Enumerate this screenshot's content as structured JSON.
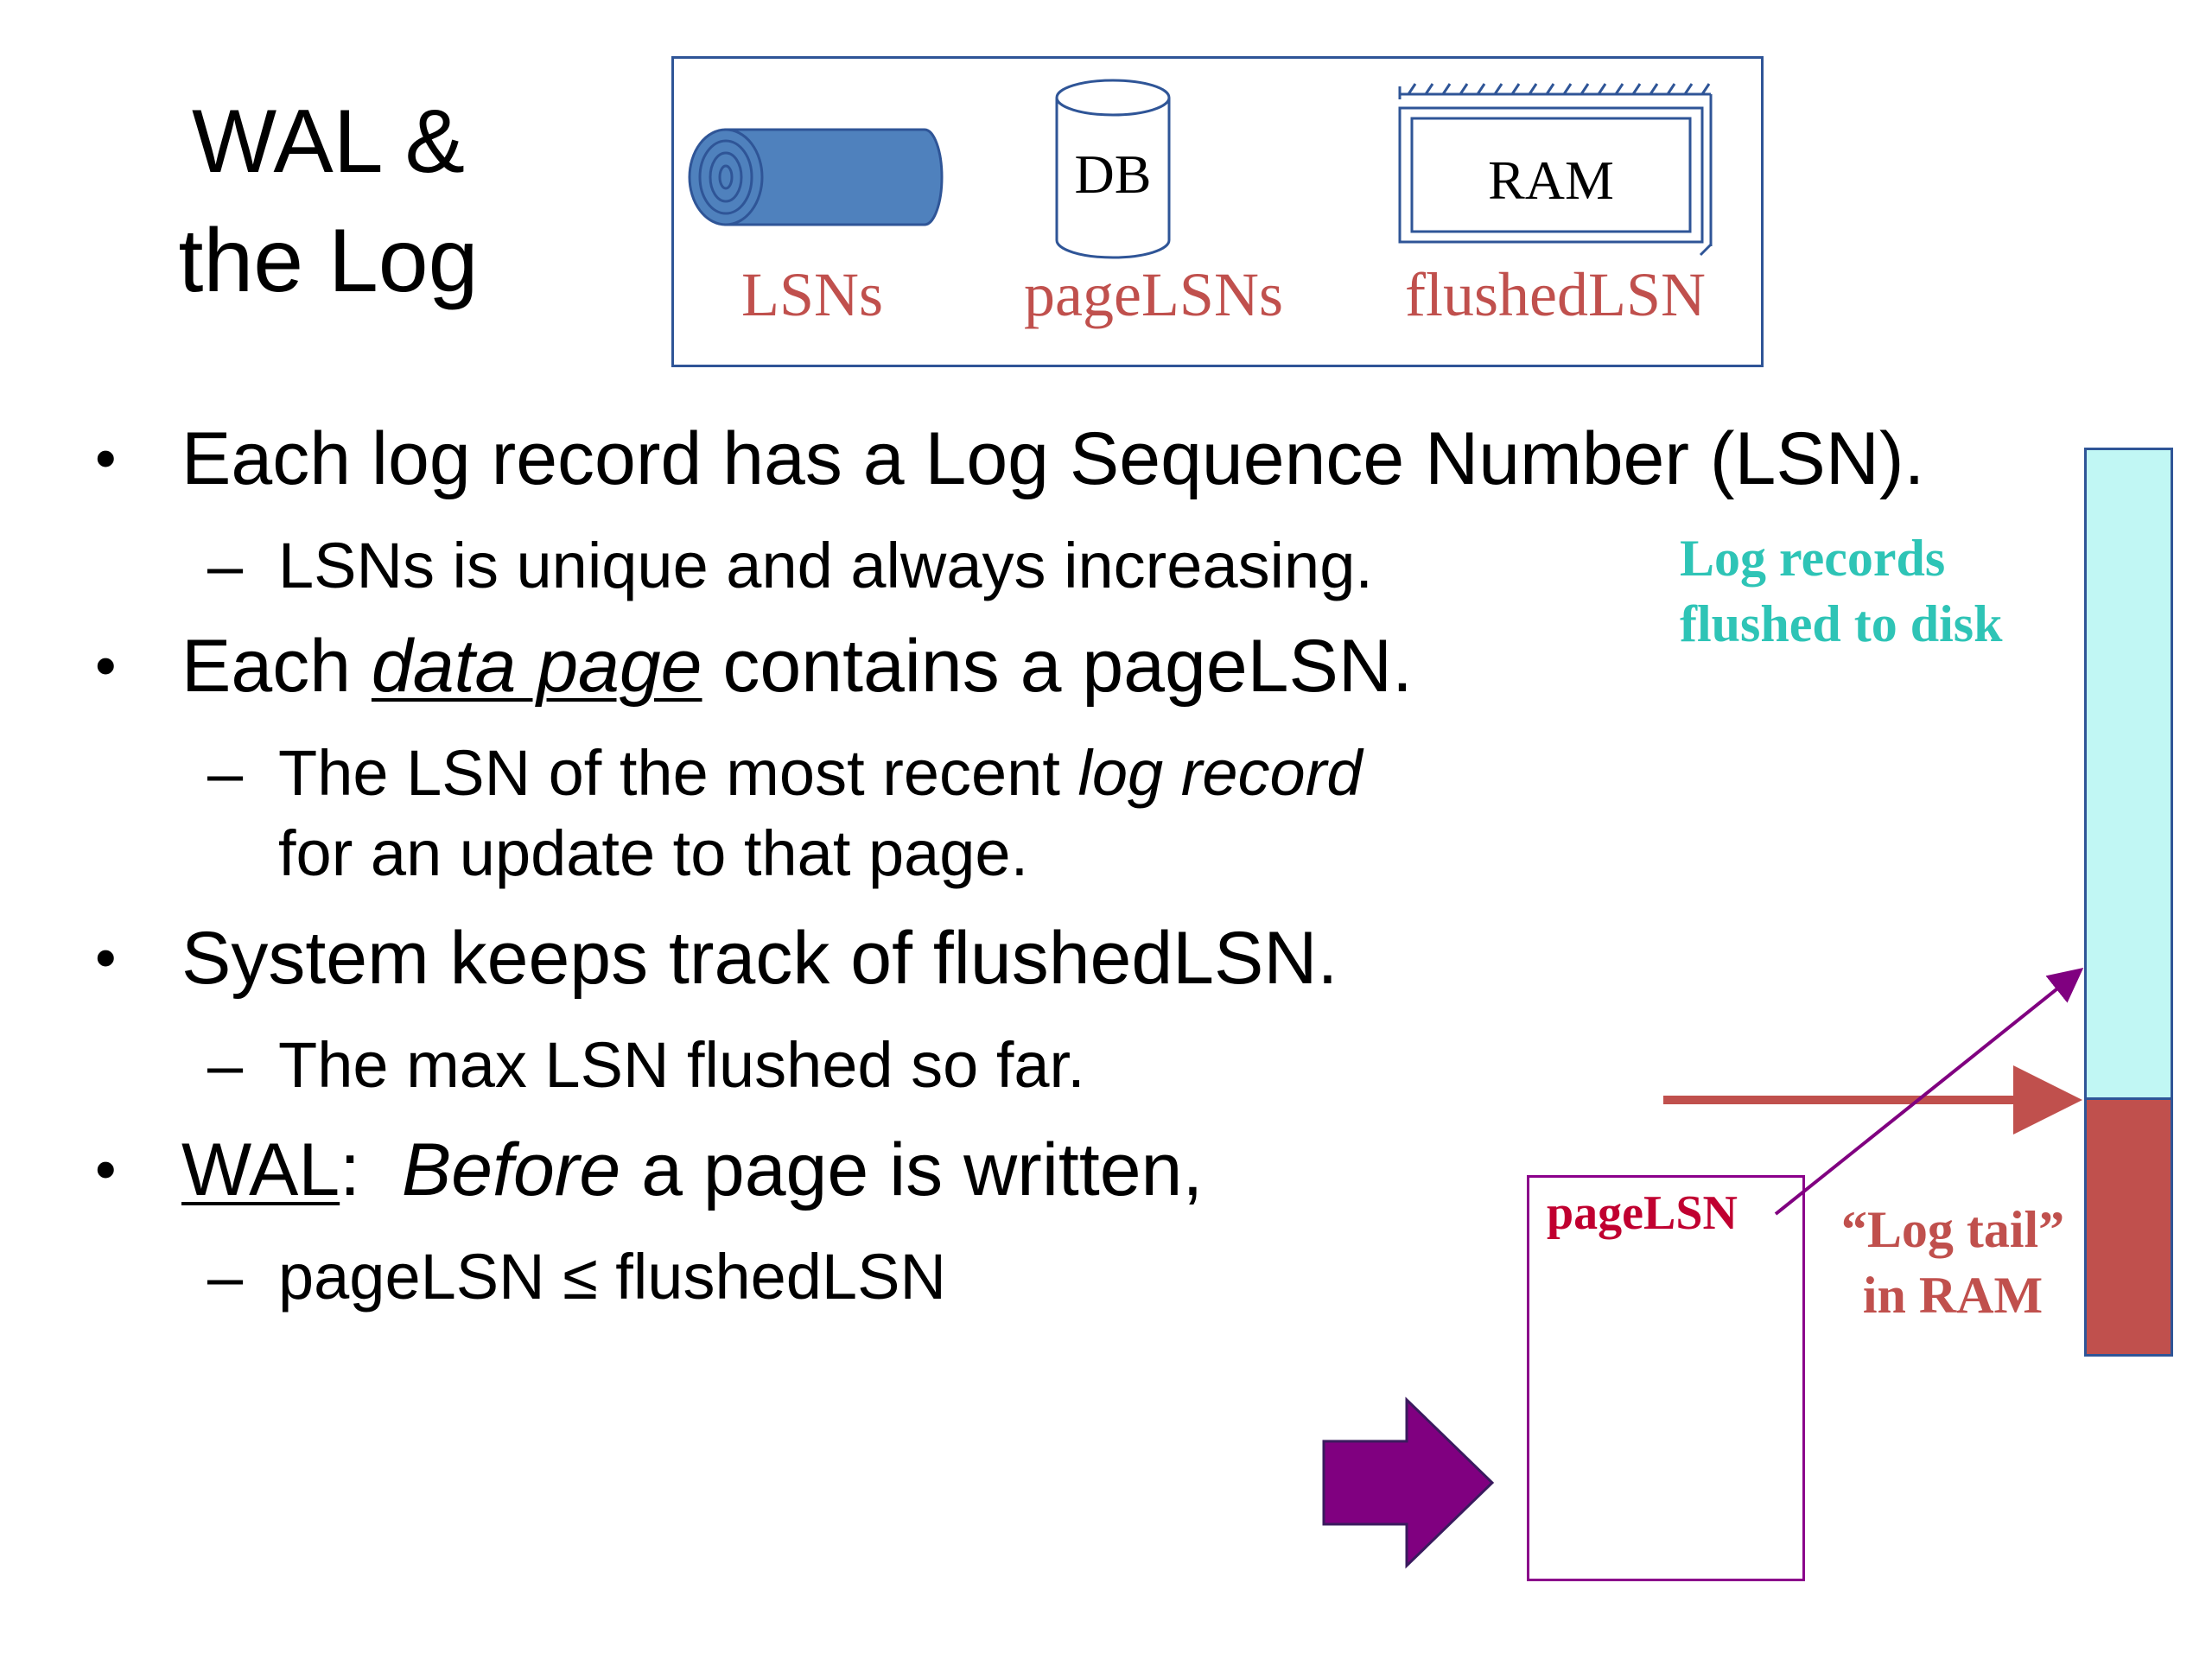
{
  "title": {
    "line1": "WAL &",
    "line2": "the Log"
  },
  "legend": {
    "log_label": "LSNs",
    "db_text": "DB",
    "db_label": "pageLSNs",
    "ram_text": "RAM",
    "ram_label": "flushedLSN"
  },
  "bullets": [
    {
      "text": "Each log record has a Log Sequence Number (LSN).",
      "sub": "LSNs is unique and always increasing."
    },
    {
      "prefix": "Each ",
      "emph": "data page",
      "suffix": " contains a pageLSN.",
      "sub_prefix": "The LSN of the most recent ",
      "sub_emph": "log record",
      "sub_line2": "for an update to that page."
    },
    {
      "text": "System keeps track of flushedLSN.",
      "sub": "The max LSN flushed so far."
    },
    {
      "prefix": "WAL",
      "colon": ":  ",
      "emph": "Before",
      "suffix": " a page is written,",
      "sub": "pageLSN ≤ flushedLSN"
    }
  ],
  "diagram": {
    "flushed_label_line1": "Log records",
    "flushed_label_line2": "flushed to disk",
    "tail_label_line1": "“Log tail”",
    "tail_label_line2": "in RAM",
    "page_label": "pageLSN"
  },
  "bullet_glyph": "•",
  "dash_glyph": "–",
  "colors": {
    "frame_blue": "#2f5597",
    "log_blue": "#4f81bd",
    "legend_red": "#c0504d",
    "cyan": "#c1f7f4",
    "cyan_text": "#2ec4b6",
    "purple": "#800080",
    "page_red": "#c00030"
  }
}
